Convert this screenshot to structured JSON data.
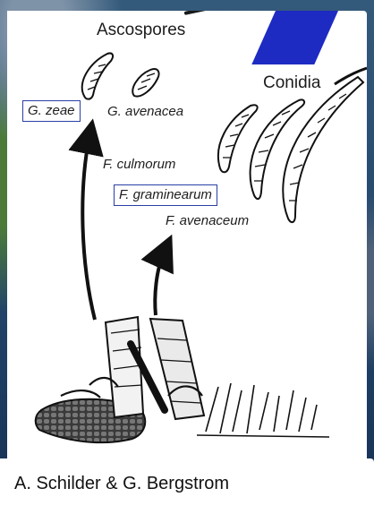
{
  "diagram": {
    "labels": {
      "ascospores": "Ascospores",
      "conidia": "Conidia"
    },
    "species": {
      "g_zeae": "G. zeae",
      "g_avenacea": "G. avenacea",
      "f_culmorum": "F. culmorum",
      "f_graminearum": "F. graminearum",
      "f_avenaceum": "F. avenaceum"
    }
  },
  "credit": "A. Schilder & G. Bergstrom",
  "colors": {
    "background": "#22456b",
    "panel": "#ffffff",
    "box_border": "#2a3fa5",
    "accent_blue": "#1d2bc2",
    "ink": "#1d1d1d"
  }
}
